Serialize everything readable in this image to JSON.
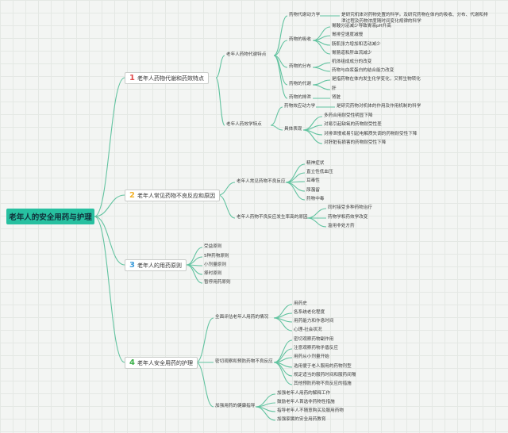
{
  "root": "老年人的安全用药与护理",
  "branches": [
    {
      "num": "1",
      "label": "老年人药物代谢和药效特点",
      "children": [
        {
          "label": "老年人药物代谢特点",
          "children": [
            {
              "label": "药物代谢动力学",
              "children": [
                "是研究机体对药物处置的科学。及研究药物在体内的吸收、分布、代谢和排泄过程及药物浓度随时间变化规律的科学"
              ]
            },
            {
              "label": "药物的吸收",
              "children": [
                "胃酸分泌减少导致胃液pH升高",
                "胃排空速度减慢",
                "肠肌张力增加和活动减少",
                "胃肠道和肝血流减少"
              ]
            },
            {
              "label": "药物的分布",
              "children": [
                "机体组成成分的改变",
                "药物与血浆蛋白的结合能力改变"
              ]
            },
            {
              "label": "药物的代谢",
              "children": [
                "是指药物在体内发生化学变化，又称生物转化",
                "肝"
              ]
            },
            {
              "label": "药物的排泄",
              "children": [
                "肾脏"
              ]
            }
          ]
        },
        {
          "label": "老年人药效学特点",
          "children": [
            {
              "label": "药物效应动力学",
              "children": [
                "是研究药物对机体的作用及作用机制的科学"
              ]
            },
            {
              "label": "具体表现",
              "children": [
                "多药合用耐受性明显下降",
                "对易引起缺氧的药物耐受性差",
                "对排泄慢或易引起电解质失调的药物耐受性下降",
                "对肝脏有损害的药物耐受性下降"
              ]
            }
          ]
        }
      ]
    },
    {
      "num": "2",
      "label": "老年人常见药物不良反应和原因",
      "children": [
        {
          "label": "老年人常见药物不良反应",
          "children": [
            "精神症状",
            "直立性低血压",
            "耳毒性",
            "尿潴留",
            "药物中毒"
          ]
        },
        {
          "label": "老年人药物不良反应发生率高的原因",
          "children": [
            "同时接受多种药物治疗",
            "药物学和药效学改变",
            "滥用非处方药"
          ]
        }
      ]
    },
    {
      "num": "3",
      "label": "老年人的用药原则",
      "children": [
        "受益原则",
        "5种药物原则",
        "小剂量原则",
        "择时原则",
        "暂停用药原则"
      ]
    },
    {
      "num": "4",
      "label": "老年人安全用药的护理",
      "children": [
        {
          "label": "全面评估老年人用药的情况",
          "children": [
            "用药史",
            "各系统老化程度",
            "用药能力和作息时间",
            "心理-社会状况"
          ]
        },
        {
          "label": "密切观察和预防药物不良反应",
          "children": [
            "密切观察药物副作用",
            "注意观察药物矛盾反应",
            "用药从小剂量开始",
            "选用便于老人服用的药物剂型",
            "规定适当的服药时间和服药间隔",
            "其他预防药物不良反应的措施"
          ]
        },
        {
          "label": "加强用药的健康指导",
          "children": [
            "加强老年人用药的解释工作",
            "鼓励老年人首选非药物性措施",
            "指导老年人不随意购买及服用药物",
            "加强家属的安全用药教育"
          ]
        }
      ]
    }
  ]
}
